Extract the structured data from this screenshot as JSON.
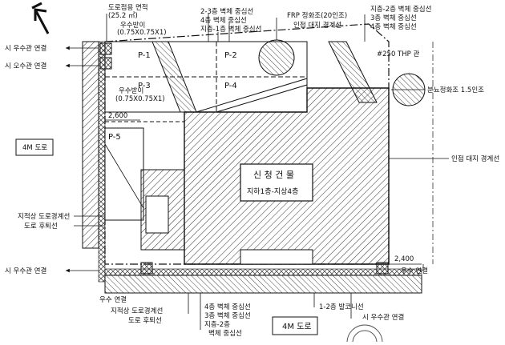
{
  "labels": {
    "sewer_area": "도로점용 면적",
    "sewer_area_value": "(25.2 ㎡)",
    "catch_basin_top": "우수받이",
    "catch_basin_top_size": "(0.75X0.75X1)",
    "catch_basin_mid": "우수받이",
    "catch_basin_mid_size": "(0.75X0.75X1)",
    "p1": "P-1",
    "p2": "P-2",
    "p3": "P-3",
    "p4": "P-4",
    "p5": "P-5",
    "wall_23": "2-3층 벽체 중심선",
    "wall_4_top": "4층 벽체 중심선",
    "wall_b1_1": "지층-1층 벽체 중심선",
    "frp_tank": "FRP 정화조(20인조)",
    "neighbor_line_top": "인접 대지 경계선",
    "wall_b2_3_right": "지층-2층 벽체 중심선",
    "wall_3_right": "3층 벽체 중심선",
    "wall_4_right": "4층 벽체 중심선",
    "thp": "#250 THP 관",
    "hand_tank": "분뇨정화조 1.5인조",
    "city_storm_left": "시 우수관 연결",
    "city_sewer_left": "시 오수관 연결",
    "road_4m_left": "4M 도로",
    "dim_2600": "2,600",
    "dim_2400": "2,400",
    "neighbor_line_right": "인접 대지 경계선",
    "building_title": "신 청 건 물",
    "building_floors": "지하1층-지상4층",
    "road_boundary_1": "지적상 도로경계선",
    "road_setback_1": "도로 후퇴선",
    "city_storm_bottom_left": "시 우수관 연결",
    "storm_bottom_right": "우수 연결",
    "rain_connect": "우수 연결",
    "road_boundary_2": "지적상 도로경계선",
    "road_setback_2": "도로 후퇴선",
    "wall_4_bottom": "4층 벽체 중심선",
    "wall_3_bottom": "3층 벽체 중심선",
    "wall_b2_bottom": "지층-2층",
    "wall_b2_bottom_2": "벽체 중심선",
    "balcony_line": "1-2층 발코니선",
    "road_4m_bottom": "4M 도로",
    "city_storm_bottom": "시 우수관 연결"
  },
  "colors": {
    "ink": "#111111",
    "hatch": "#333333"
  },
  "icons": {
    "north_arrow": "north-arrow-icon",
    "stamp": "seal-stamp-icon"
  }
}
